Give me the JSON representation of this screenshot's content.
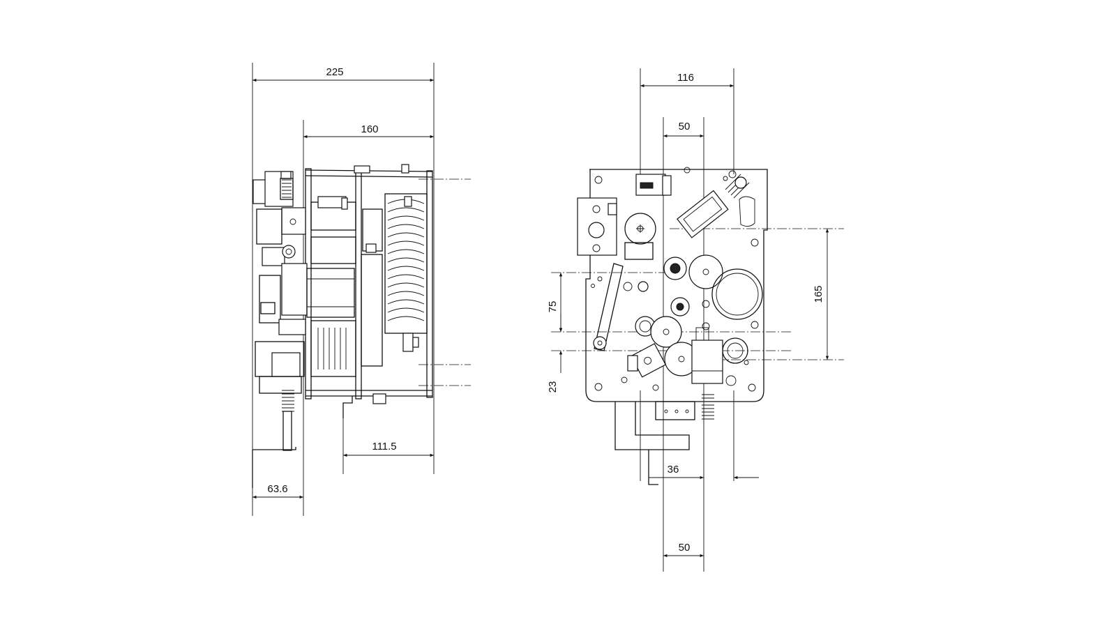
{
  "dimensions": {
    "side": {
      "overall_width": "225",
      "frame_width": "160",
      "bracket_offset": "111.5",
      "handle_offset": "63.6"
    },
    "front": {
      "upper_width": "116",
      "upper_spacing": "50",
      "left_vertical_upper": "75",
      "left_vertical_lower": "23",
      "right_vertical": "165",
      "lower_offset": "36",
      "lower_spacing": "50"
    }
  },
  "colors": {
    "line": "#111111",
    "background": "#ffffff"
  }
}
